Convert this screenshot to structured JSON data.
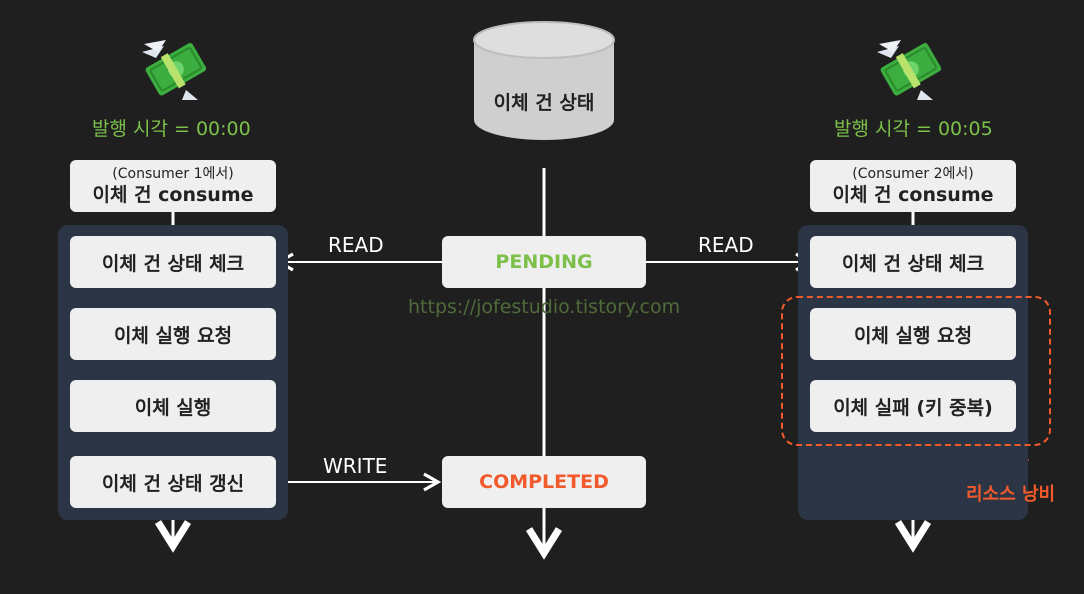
{
  "left": {
    "issue_time": "발행 시각 = 00:00",
    "consume_sub": "(Consumer 1에서)",
    "consume_main": "이체 건 consume",
    "steps": [
      "이체 건 상태 체크",
      "이체 실행 요청",
      "이체 실행",
      "이체 건 상태 갱신"
    ]
  },
  "right": {
    "issue_time": "발행 시각 = 00:05",
    "consume_sub": "(Consumer 2에서)",
    "consume_main": "이체 건 consume",
    "steps": [
      "이체 건 상태 체크",
      "이체 실행 요청",
      "이체 실패 (키 중복)"
    ],
    "waste_label": "리소스 낭비"
  },
  "center": {
    "db_label": "이체 건 상태",
    "pending": "PENDING",
    "completed": "COMPLETED",
    "read_left": "READ",
    "read_right": "READ",
    "write": "WRITE",
    "watermark": "https://jofestudio.tistory.com"
  },
  "colors": {
    "background": "#1f1f1f",
    "panel": "#2c3545",
    "pending": "#7cc04a",
    "completed": "#f25a2c",
    "waste": "#f25a2c"
  }
}
